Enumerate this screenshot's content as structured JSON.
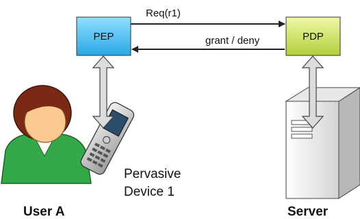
{
  "nodes": {
    "pep": {
      "label": "PEP",
      "fill_top": "#8fe0ff",
      "fill_bottom": "#2aa7e6"
    },
    "pdp": {
      "label": "PDP",
      "fill_top": "#f0f9a8",
      "fill_bottom": "#b2cf3a"
    }
  },
  "edges": {
    "request": {
      "label": "Req(r1)"
    },
    "response": {
      "label": "grant / deny"
    }
  },
  "actors": {
    "user": {
      "label": "User A",
      "shirt_color": "#35a84a",
      "hair_color": "#7a2a14",
      "skin_color": "#f9c98f"
    },
    "device": {
      "label_line1": "Pervasive",
      "label_line2": "Device 1"
    },
    "server": {
      "label": "Server",
      "body_color": "#eeeeee"
    }
  },
  "colors": {
    "connector_fill": "#dcdcdc",
    "connector_stroke": "#444444",
    "arrow_color": "#222222"
  }
}
